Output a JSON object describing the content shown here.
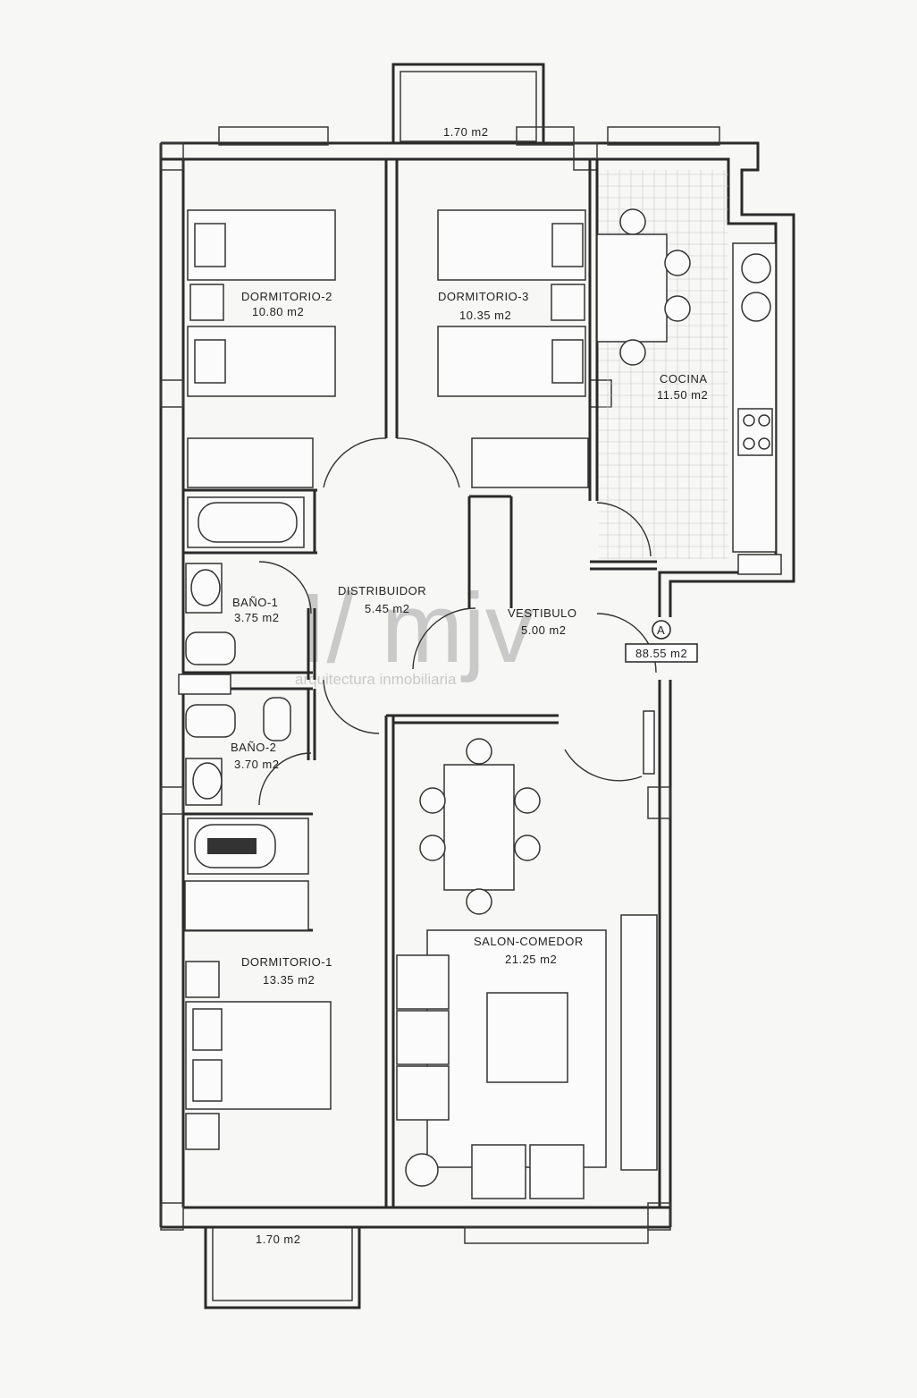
{
  "rooms": {
    "dormitorio2": {
      "name": "DORMITORIO-2",
      "area": "10.80 m2"
    },
    "dormitorio3": {
      "name": "DORMITORIO-3",
      "area": "10.35 m2"
    },
    "cocina": {
      "name": "COCINA",
      "area": "11.50 m2"
    },
    "distribuidor": {
      "name": "DISTRIBUIDOR",
      "area": "5.45 m2"
    },
    "vestibulo": {
      "name": "VESTIBULO",
      "area": "5.00 m2"
    },
    "bano1": {
      "name": "BAÑO-1",
      "area": "3.75 m2"
    },
    "bano2": {
      "name": "BAÑO-2",
      "area": "3.70 m2"
    },
    "dormitorio1": {
      "name": "DORMITORIO-1",
      "area": "13.35 m2"
    },
    "salon": {
      "name": "SALON-COMEDOR",
      "area": "21.25 m2"
    }
  },
  "terraces": {
    "top": "1.70 m2",
    "bottom": "1.70 m2"
  },
  "unit": {
    "letter": "A",
    "total_area": "88.55 m2"
  },
  "watermark": {
    "logo": "I/ mjv",
    "tagline": "arquitectura inmobiliaria"
  }
}
